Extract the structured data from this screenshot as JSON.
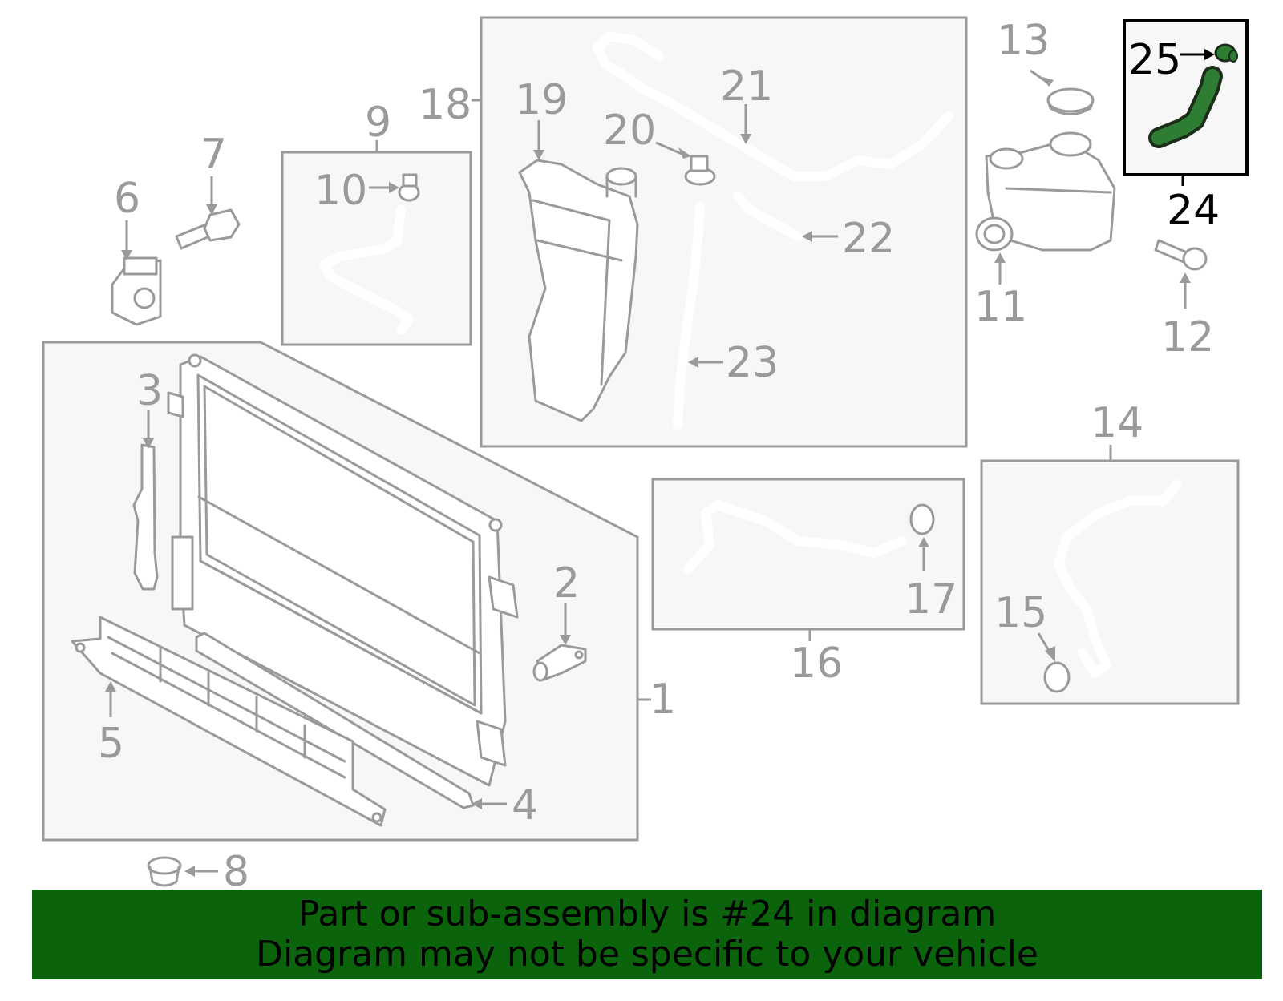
{
  "callouts": {
    "c1": "1",
    "c2": "2",
    "c3": "3",
    "c4": "4",
    "c5": "5",
    "c6": "6",
    "c7": "7",
    "c8": "8",
    "c9": "9",
    "c10": "10",
    "c11": "11",
    "c12": "12",
    "c13": "13",
    "c14": "14",
    "c15": "15",
    "c16": "16",
    "c17": "17",
    "c18": "18",
    "c19": "19",
    "c20": "20",
    "c21": "21",
    "c22": "22",
    "c23": "23",
    "c24": "24",
    "c25": "25"
  },
  "highlighted_part": "24",
  "colors": {
    "part_gray": "#9a9a9a",
    "highlight": "#2e7d32",
    "banner": "#0b640b"
  },
  "banner": {
    "line1": "Part or sub-assembly is #24 in diagram",
    "line2": "Diagram may not be specific to your vehicle"
  }
}
